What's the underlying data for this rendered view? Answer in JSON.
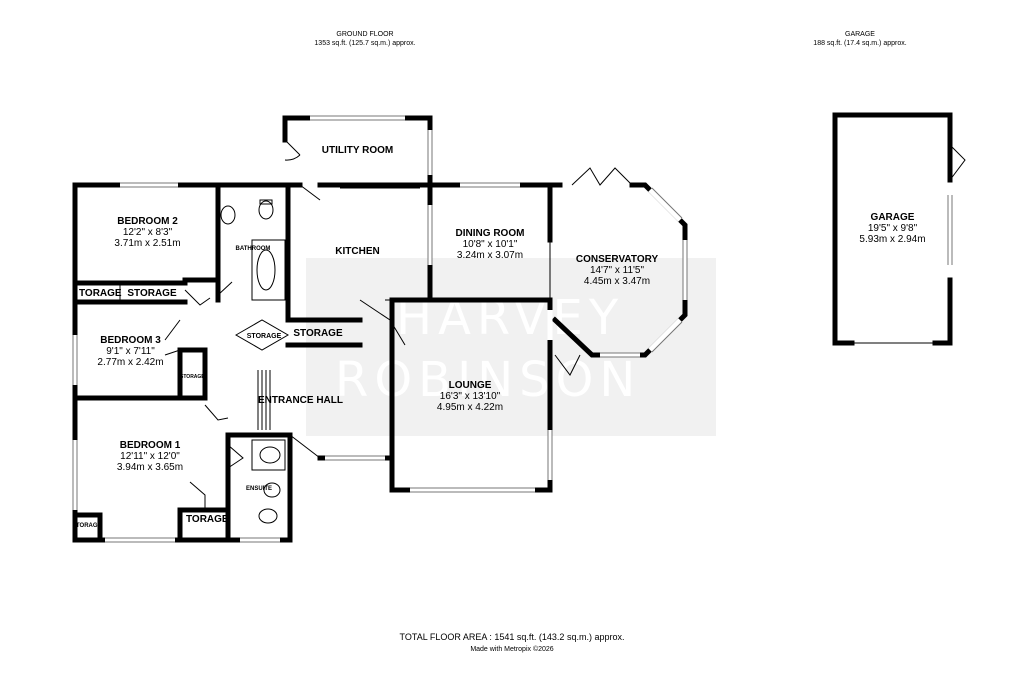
{
  "header": {
    "ground_floor_title": "GROUND FLOOR",
    "ground_floor_area": "1353 sq.ft. (125.7 sq.m.) approx.",
    "garage_title": "GARAGE",
    "garage_area": "188 sq.ft. (17.4 sq.m.) approx."
  },
  "watermark": {
    "line1": "HARVEY",
    "line2": "ROBINSON"
  },
  "rooms": {
    "bedroom2": {
      "name": "BEDROOM 2",
      "imperial": "12'2\" x 8'3\"",
      "metric": "3.71m x 2.51m"
    },
    "bedroom3": {
      "name": "BEDROOM 3",
      "imperial": "9'1\" x 7'11\"",
      "metric": "2.77m x 2.42m"
    },
    "bedroom1": {
      "name": "BEDROOM 1",
      "imperial": "12'11\" x 12'0\"",
      "metric": "3.94m x 3.65m"
    },
    "utility": {
      "name": "UTILITY ROOM"
    },
    "kitchen": {
      "name": "KITCHEN"
    },
    "bathroom": {
      "name": "BATHROOM"
    },
    "dining": {
      "name": "DINING ROOM",
      "imperial": "10'8\" x 10'1\"",
      "metric": "3.24m x 3.07m"
    },
    "conservatory": {
      "name": "CONSERVATORY",
      "imperial": "14'7\" x 11'5\"",
      "metric": "4.45m x 3.47m"
    },
    "lounge": {
      "name": "LOUNGE",
      "imperial": "16'3\" x 13'10\"",
      "metric": "4.95m x 4.22m"
    },
    "entrance": {
      "name": "ENTRANCE HALL"
    },
    "ensuite": {
      "name": "ENSUITE"
    },
    "garage": {
      "name": "GARAGE",
      "imperial": "19'5\" x 9'8\"",
      "metric": "5.93m x 2.94m"
    }
  },
  "storage": {
    "s1": "TORAGE",
    "s2": "STORAGE",
    "s3": "STORAGE",
    "s4": "STORAGE",
    "s5": "STORAGE",
    "s6": "TORAGE",
    "s7": "TORAGE"
  },
  "footer": {
    "total": "TOTAL FLOOR AREA : 1541 sq.ft. (143.2 sq.m.) approx.",
    "made": "Made with Metropix ©2026"
  }
}
